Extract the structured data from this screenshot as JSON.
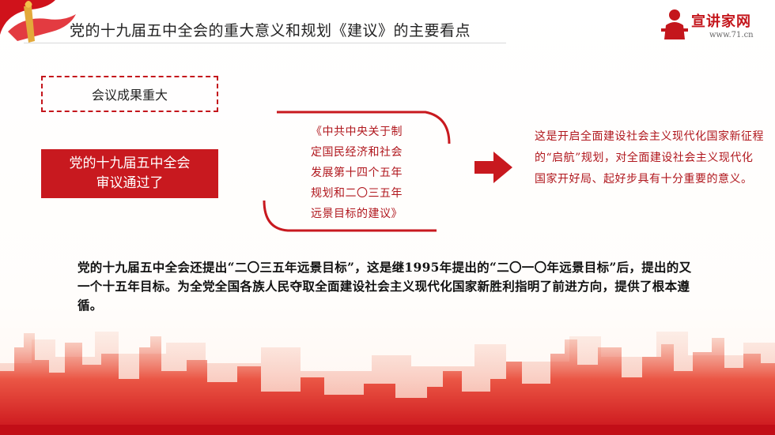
{
  "header": {
    "title": "党的十九届五中全会的重大意义和规划《建议》的主要看点"
  },
  "brand": {
    "name": "宣讲家网",
    "url": "www.71.cn"
  },
  "boxes": {
    "outcome_label": "会议成果重大",
    "approved_line1": "党的十九届五中全会",
    "approved_line2": "审议通过了"
  },
  "document": {
    "lines": [
      "《中共中央关于制",
      "定国民经济和社会",
      "发展第十四个五年",
      "规划和二〇三五年",
      "远景目标的建议》"
    ]
  },
  "significance": {
    "text": "这是开启全面建设社会主义现代化国家新征程的“启航”规划，对全面建设社会主义现代化国家开好局、起好步具有十分重要的意义。"
  },
  "summary": {
    "text": "党的十九届五中全会还提出“二〇三五年远景目标”，这是继1995年提出的“二〇一〇年远景目标”后，提出的又一个十五年目标。为全党全国各族人民夺取全面建设社会主义现代化国家新胜利指明了前进方向，提供了根本遵循。"
  },
  "colors": {
    "accent": "#c8191f",
    "doc_text": "#b0171d"
  }
}
